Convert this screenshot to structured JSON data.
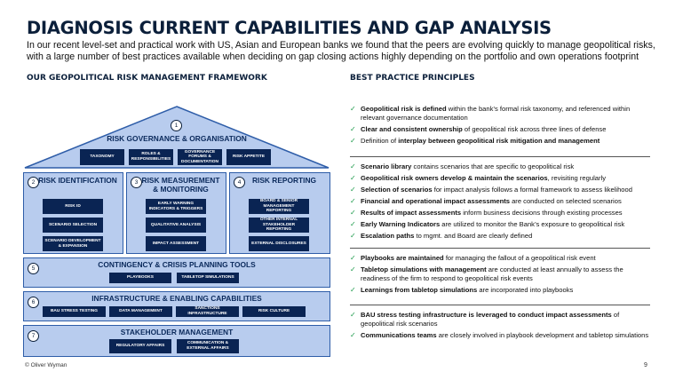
{
  "title": "DIAGNOSIS CURRENT CAPABILITIES AND GAP ANALYSIS",
  "subtitle": "In our recent level-set and practical work with US, Asian and European banks we found that the peers are evolving quickly to manage geopolitical risks, with a large number of best practices available when deciding on gap closing actions highly depending on the portfolio and own operations footprint",
  "left_heading": "OUR GEOPOLITICAL RISK MANAGEMENT FRAMEWORK",
  "right_heading": "BEST PRACTICE PRINCIPLES",
  "colors": {
    "navy": "#0a2453",
    "light_blue": "#b8ccee",
    "border_blue": "#2e5da8",
    "check_green": "#1c9a4a"
  },
  "framework": {
    "roof": {
      "number": "1",
      "title": "RISK GOVERNANCE & ORGANISATION",
      "boxes": [
        "TAXONOMY",
        "ROLES & RESPONSIBILITIES",
        "GOVERNANCE FORUMS & DOCUMENTATION",
        "RISK APPETITE"
      ]
    },
    "pillars": [
      {
        "number": "2",
        "title": "RISK IDENTIFICATION",
        "boxes": [
          "RISK ID",
          "SCENARIO SELECTION",
          "SCENARIO DEVELOPMENT & EXPANSION"
        ]
      },
      {
        "number": "3",
        "title": "RISK MEASUREMENT & MONITORING",
        "boxes": [
          "EARLY WARNING INDICATORS & TRIGGERS",
          "QUALITATIVE ANALYSIS",
          "IMPACT ASSESSMENT"
        ]
      },
      {
        "number": "4",
        "title": "RISK REPORTING",
        "boxes": [
          "BOARD & SENIOR MANAGEMENT REPORTING",
          "OTHER INTERNAL STAKEHOLDER REPORTING",
          "EXTERNAL DISCLOSURES"
        ]
      }
    ],
    "bands": [
      {
        "number": "5",
        "title": "CONTINGENCY & CRISIS PLANNING TOOLS",
        "boxes": [
          "PLAYBOOKS",
          "TABLETOP SIMULATIONS"
        ]
      },
      {
        "number": "6",
        "title": "INFRASTRUCTURE & ENABLING CAPABILITIES",
        "boxes": [
          "BAU STRESS TESTING",
          "DATA MANAGEMENT",
          "SANCTIONS INFRASTRUCTURE",
          "RISK CULTURE"
        ]
      },
      {
        "number": "7",
        "title": "STAKEHOLDER MANAGEMENT",
        "boxes": [
          "REGULATORY AFFAIRS",
          "COMMUNICATION & EXTERNAL AFFAIRS"
        ]
      }
    ]
  },
  "principles": [
    [
      {
        "bold": "Geopolitical risk is defined",
        "text": " within the bank’s formal risk taxonomy, and referenced within relevant governance documentation"
      },
      {
        "bold": "Clear and consistent ownership",
        "text": " of geopolitical risk across three lines of defense"
      },
      {
        "pre": "Definition of ",
        "bold": "interplay between geopolitical risk mitigation and management",
        "text": ""
      }
    ],
    [
      {
        "bold": "Scenario library",
        "text": " contains scenarios that are specific to geopolitical risk"
      },
      {
        "bold": "Geopolitical risk owners develop & maintain the scenarios",
        "text": ", revisiting regularly"
      },
      {
        "bold": "Selection of scenarios",
        "text": " for impact analysis follows a formal framework to assess likelihood"
      },
      {
        "bold": "Financial and operational impact assessments",
        "text": " are conducted on selected scenarios"
      },
      {
        "bold": "Results of impact assessments",
        "text": " inform business decisions through existing processes"
      },
      {
        "bold": "Early Warning Indicators",
        "text": " are utilized to monitor the Bank’s exposure to geopolitical risk"
      },
      {
        "bold": "Escalation paths",
        "text": " to mgmt. and Board are clearly defined"
      }
    ],
    [
      {
        "bold": "Playbooks are maintained",
        "text": " for managing the fallout of a geopolitical risk event"
      },
      {
        "bold": "Tabletop simulations with management",
        "text": " are conducted at least annually to assess the readiness of the firm to respond to geopolitical risk events"
      },
      {
        "bold": "Learnings from tabletop simulations",
        "text": " are incorporated into playbooks"
      }
    ],
    [
      {
        "bold": "BAU stress testing infrastructure is leveraged to conduct impact assessments",
        "text": " of geopolitical risk scenarios"
      },
      {
        "bold": "Communications teams",
        "text": " are closely involved in playbook development and tabletop simulations"
      }
    ]
  ],
  "footer": {
    "copyright": "© Oliver Wyman",
    "page": "9"
  }
}
